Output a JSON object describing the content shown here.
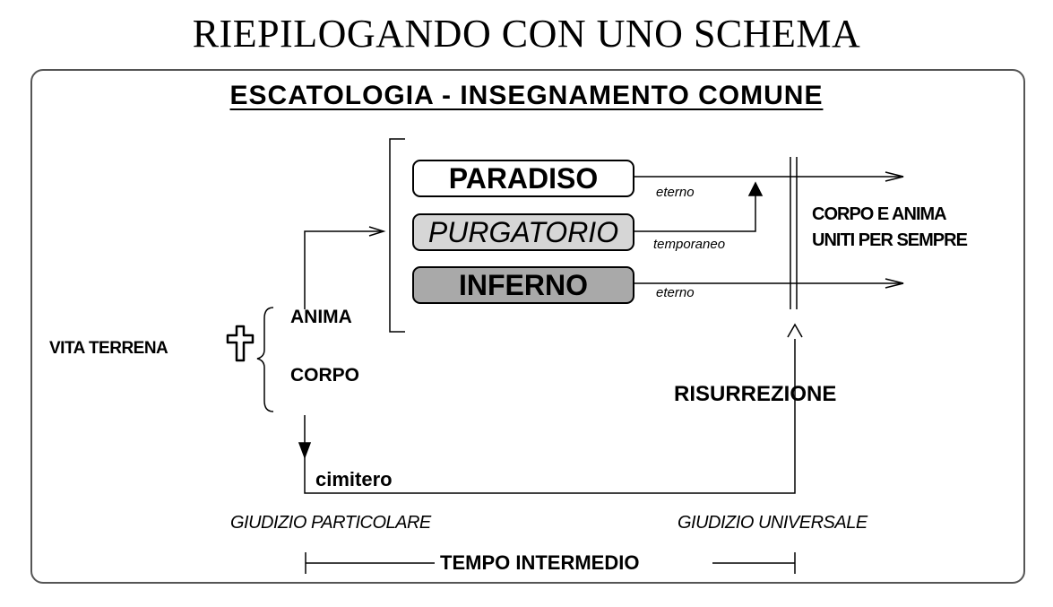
{
  "title": "RIEPILOGANDO CON UNO SCHEMA",
  "subtitle": "ESCATOLOGIA - INSEGNAMENTO COMUNE",
  "nodes": {
    "paradiso": "PARADISO",
    "purgatorio": "PURGATORIO",
    "inferno": "INFERNO",
    "vita_terrena": "VITA TERRENA",
    "anima": "ANIMA",
    "corpo": "CORPO",
    "cimitero": "cimitero",
    "risurrezione": "RISURREZIONE",
    "corpo_anima_line1": "CORPO E ANIMA",
    "corpo_anima_line2": "UNITI PER SEMPRE"
  },
  "edge_labels": {
    "eterno_paradiso": "eterno",
    "temporaneo": "temporaneo",
    "eterno_inferno": "eterno"
  },
  "bottom": {
    "giudizio_particolare": "GIUDIZIO PARTICOLARE",
    "giudizio_universale": "GIUDIZIO UNIVERSALE",
    "tempo_intermedio": "TEMPO INTERMEDIO"
  },
  "colors": {
    "purgatorio_fill": "#d6d6d6",
    "inferno_fill": "#a9a9a9",
    "frame_border": "#555555"
  },
  "icons": [
    "cross-icon"
  ]
}
